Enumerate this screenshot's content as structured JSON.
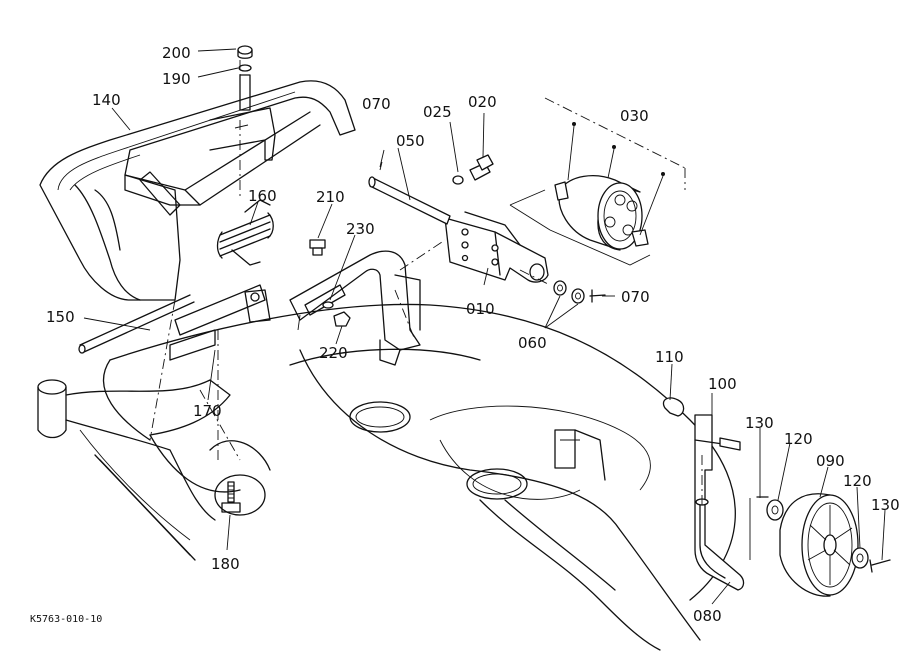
{
  "part_labels": {
    "p200": "200",
    "p190": "190",
    "p140": "140",
    "p070a": "070",
    "p050": "050",
    "p025": "025",
    "p020": "020",
    "p030": "030",
    "p160": "160",
    "p210": "210",
    "p230": "230",
    "p010": "010",
    "p070b": "070",
    "p060": "060",
    "p150": "150",
    "p220": "220",
    "p170": "170",
    "p110": "110",
    "p100": "100",
    "p130a": "130",
    "p120a": "120",
    "p090": "090",
    "p120b": "120",
    "p130b": "130",
    "p180": "180",
    "p080": "080"
  },
  "figure_ref": "K5763-010-10"
}
